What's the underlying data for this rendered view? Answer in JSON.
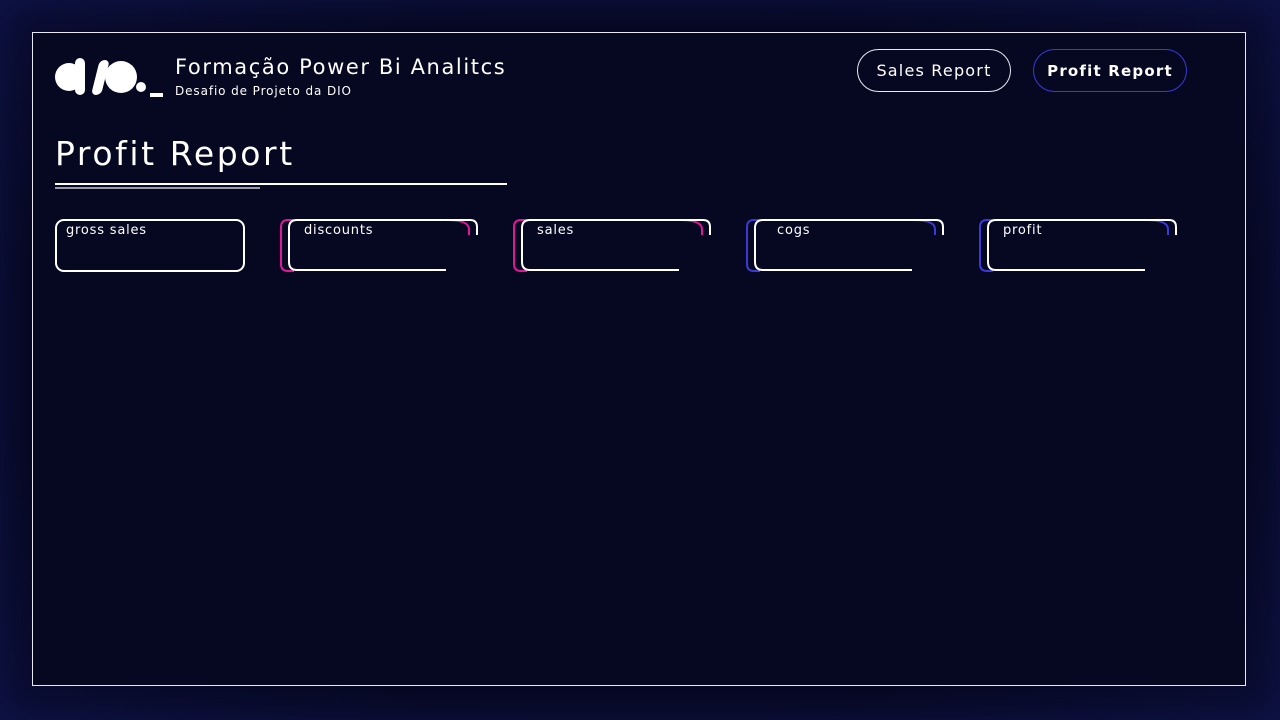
{
  "brand": {
    "logo_text": "dio._",
    "title": "Formação Power Bi Analitcs",
    "subtitle": "Desafio de Projeto da DIO"
  },
  "nav": {
    "sales_report": "Sales Report",
    "profit_report": "Profit Report",
    "active": "Profit Report"
  },
  "page": {
    "title": "Profit Report"
  },
  "cards": [
    {
      "label": "gross sales",
      "accent": "#ffffff"
    },
    {
      "label": "discounts",
      "accent": "#e0179b"
    },
    {
      "label": "sales",
      "accent": "#e0179b"
    },
    {
      "label": "cogs",
      "accent": "#3a3ad6"
    },
    {
      "label": "profit",
      "accent": "#3a3ad6"
    }
  ],
  "colors": {
    "background": "#060822",
    "frame": "#e9e9f2",
    "pink_accent": "#e0179b",
    "blue_accent": "#3a3ad6"
  }
}
